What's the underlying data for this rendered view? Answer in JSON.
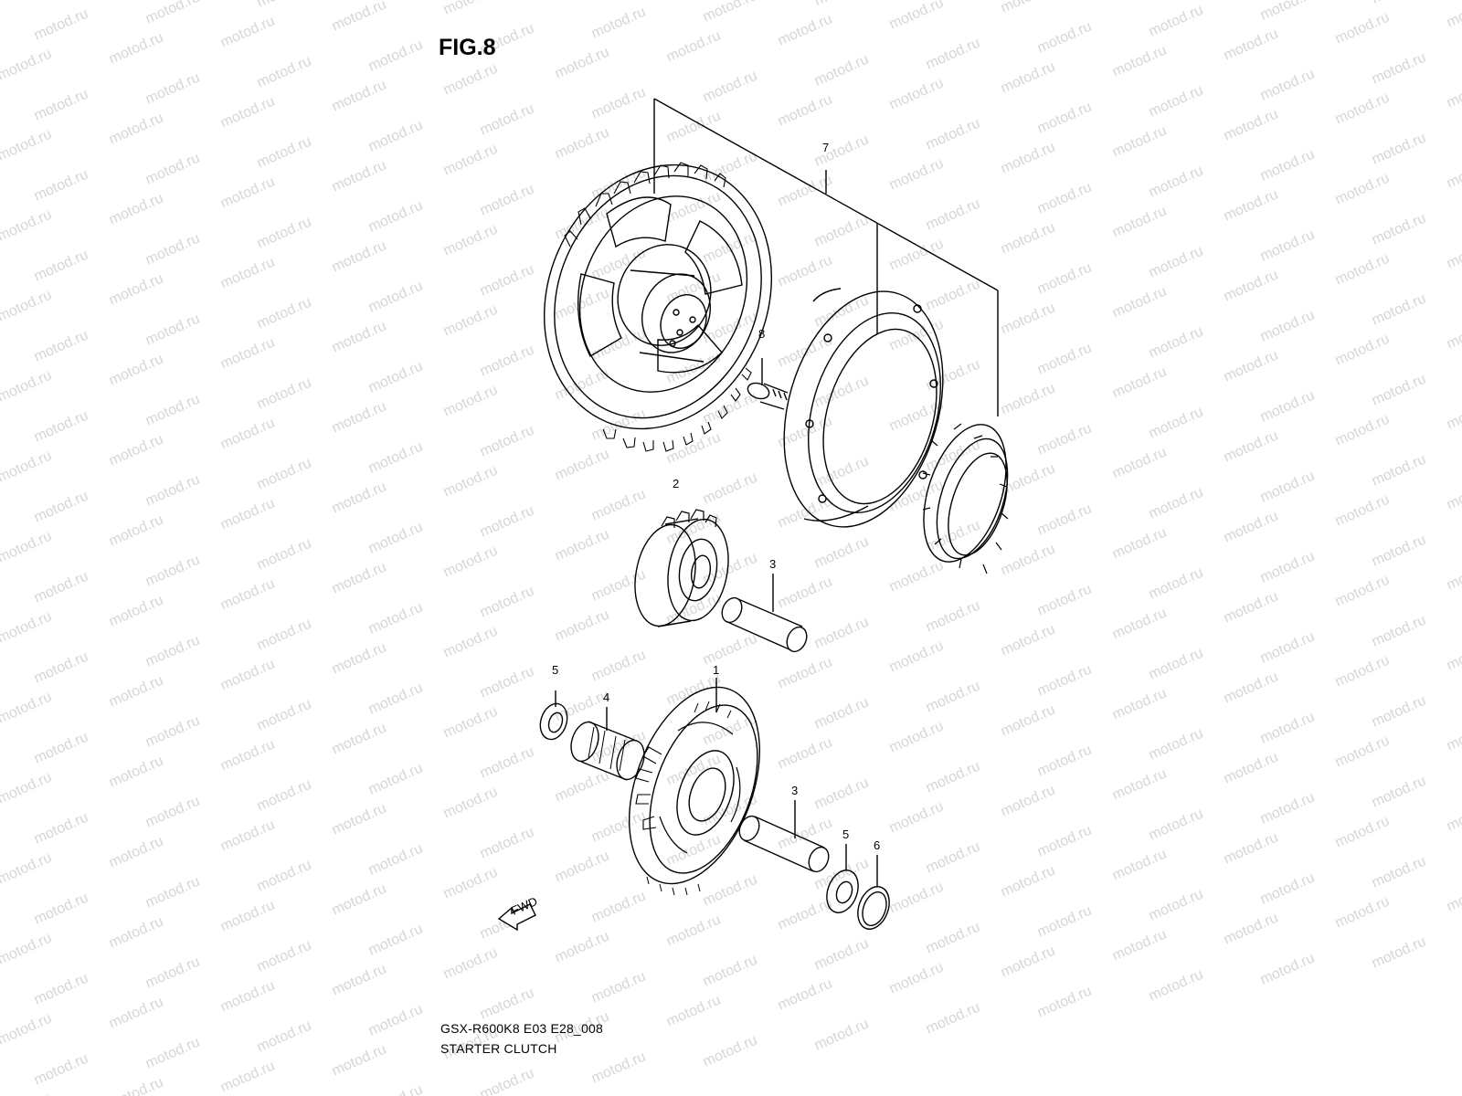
{
  "figure": {
    "title": "FIG.8",
    "model_code": "GSX-R600K8 E03 E28_008",
    "assembly_name": "STARTER CLUTCH",
    "watermark": "motod.ru",
    "direction_marker": "FWD"
  },
  "callouts": [
    {
      "number": "7",
      "part": "starter-clutch-gear-assembly"
    },
    {
      "number": "8",
      "part": "bolt"
    },
    {
      "number": "2",
      "part": "idle-gear"
    },
    {
      "number": "3",
      "part": "shaft-upper"
    },
    {
      "number": "5",
      "part": "washer-left"
    },
    {
      "number": "4",
      "part": "needle-bearing"
    },
    {
      "number": "1",
      "part": "idle-gear-no1"
    },
    {
      "number": "3",
      "part": "shaft-lower"
    },
    {
      "number": "5",
      "part": "washer-right"
    },
    {
      "number": "6",
      "part": "shim"
    }
  ],
  "colors": {
    "line": "#000000",
    "watermark": "#d6d6d6",
    "background": "#ffffff"
  }
}
